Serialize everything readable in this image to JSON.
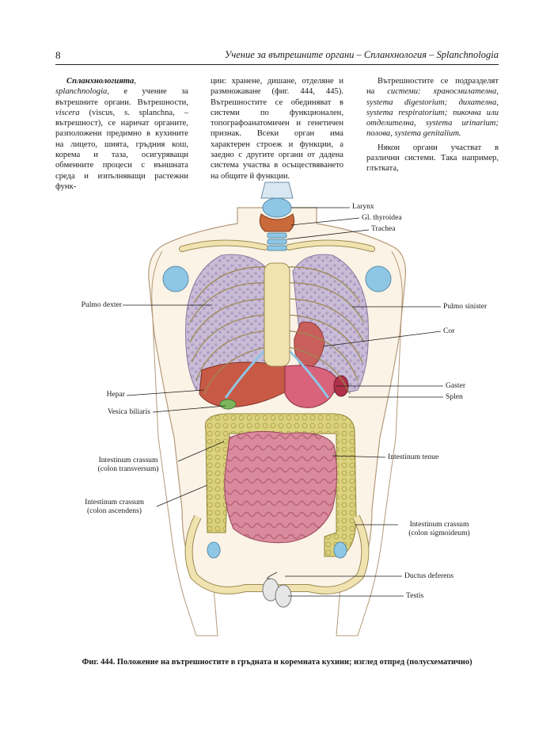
{
  "header": {
    "page_number": "8",
    "running_title": "Учение за вътрешните органи – Спланхнология – Splanchnologia"
  },
  "column1": {
    "p1_term": "Спланхнологията",
    "p1_a": ", ",
    "p1_latin1": "splanchnologia",
    "p1_b": ", е учение за вътрешните органи. Вътрешности, ",
    "p1_latin2": "viscera",
    "p1_c": " (viscus, s. splanchna, – вътрешност), се наричат органите, разположени предимно в кухините на лицето, шията, гръдния кош, корема и таза, осигуряващи обменните процеси с външната среда и изпълняващи растежни функ-"
  },
  "column2": {
    "p1": "ции: хранене, дишане, отделяне и размножаване (фиг. 444, 445). Вътрешностите се обединяват в системи по функционален, топографоанатомичен и генетичен признак. Всеки орган има характерен строеж и функции, а заедно с другите органи от дадена система участва в осъществяването на общите й функции."
  },
  "column3": {
    "p1_a": "Вътрешностите се подразделят на ",
    "p1_b": "системи: храносмилателна, systema digestorium; дихателна, systema respiratorium; пикочна или отделителна, systema urinarium; полова, systema genitalium.",
    "p2": "Някои органи участват в различни системи. Така например, глътката,"
  },
  "figure": {
    "labels": {
      "larynx": "Larynx",
      "thyroid": "Gl. thyroidea",
      "trachea": "Trachea",
      "pulmo_dexter": "Pulmo dexter",
      "pulmo_sinister": "Pulmo sinister",
      "cor": "Cor",
      "gaster": "Gaster",
      "splen": "Splen",
      "hepar": "Hepar",
      "vesica": "Vesica biliaris",
      "int_tenue": "Intestinum tenue",
      "int_crassum_tr_1": "Intestinum crassum",
      "int_crassum_tr_2": "(colon transversum)",
      "int_crassum_asc_1": "Intestinum crassum",
      "int_crassum_asc_2": "(colon ascendens)",
      "int_crassum_sig_1": "Intestinum crassum",
      "int_crassum_sig_2": "(colon sigmoideum)",
      "ductus": "Ductus deferens",
      "testis": "Testis"
    },
    "colors": {
      "bone": "#f1e3b0",
      "bone_outline": "#9c8a55",
      "cartilage": "#8ec6e6",
      "lung": "#c4b7d2",
      "liver": "#c85a45",
      "intestine": "#d98a9c",
      "colon": "#d9d07a",
      "stomach": "#d8637a"
    }
  },
  "caption": "Фиг. 444. Положение на вътрешностите в гръдната и коремната кухини; изглед отпред (полусхематично)"
}
